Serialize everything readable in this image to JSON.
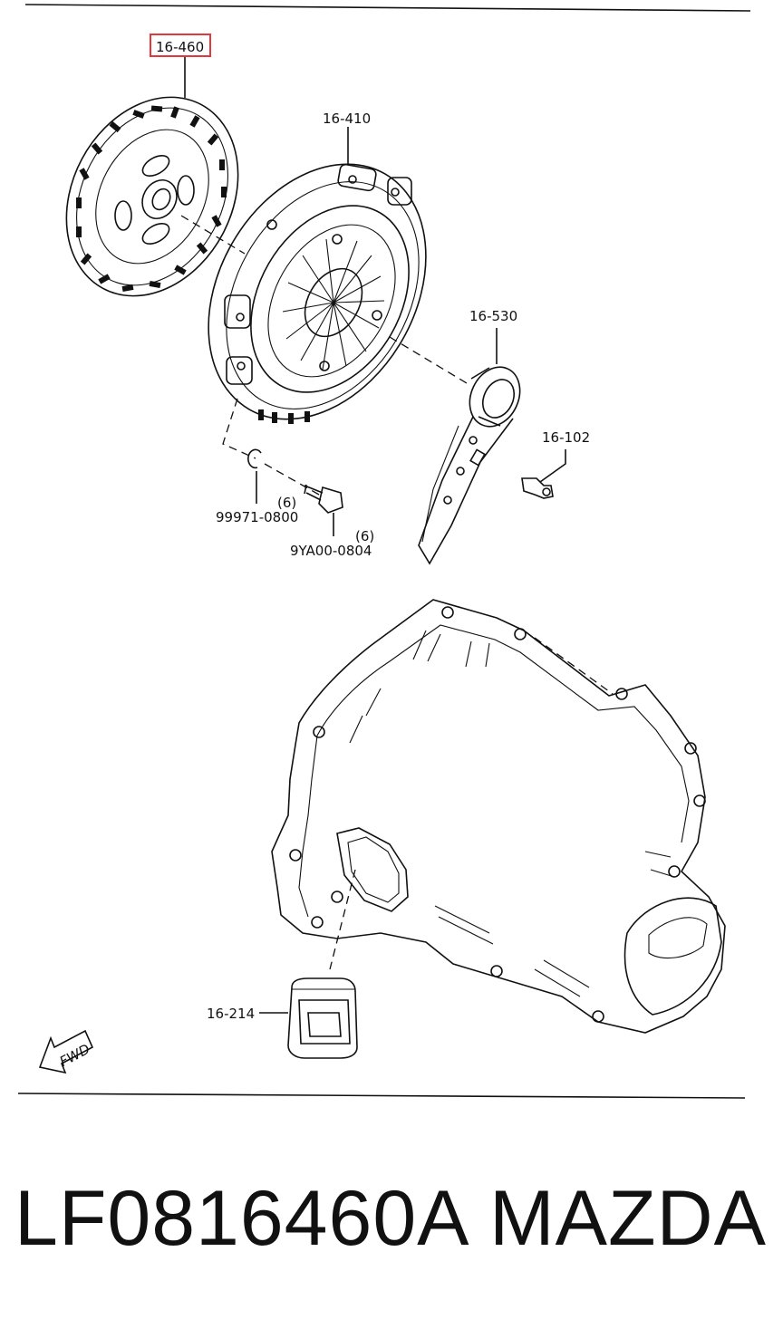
{
  "diagram": {
    "callouts": {
      "clutch_disc": "16-460",
      "pressure_plate": "16-410",
      "release_bearing": "16-530",
      "pivot_bolt": "16-102",
      "washer_part": "99971-0800",
      "washer_qty": "(6)",
      "bolt_part": "9YA00-0804",
      "bolt_qty": "(6)",
      "boot": "16-214"
    },
    "fwd_arrow": "FWD",
    "highlight_color": "#e2383b"
  },
  "footer": {
    "part_number": "LF0816460A",
    "brand": "MAZDA"
  }
}
